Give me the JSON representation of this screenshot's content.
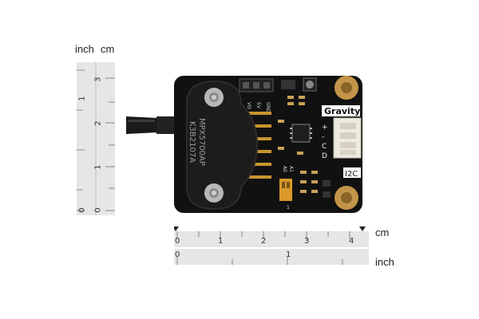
{
  "left_ruler": {
    "unit_inch": "inch",
    "unit_cm": "cm",
    "inch_marks": [
      "1",
      "0"
    ],
    "cm_marks": [
      "3",
      "2",
      "1",
      "0"
    ]
  },
  "bottom_ruler": {
    "unit_cm": "cm",
    "unit_inch": "inch",
    "cm_marks": [
      "0",
      "1",
      "2",
      "3",
      "4"
    ],
    "inch_marks": [
      "0",
      "1"
    ]
  },
  "board": {
    "sensor_line1": "MPX5700AP",
    "sensor_line2": "K3B2107A",
    "brand_label": "Gravity",
    "interface_label": "I2C",
    "header_pins": [
      "VO",
      "5V",
      "GND"
    ],
    "connector_pins": [
      "+",
      "-",
      "C",
      "D"
    ],
    "switch_labels": [
      "A0",
      "A1"
    ],
    "switch_num": "1",
    "colors": {
      "pcb": "#111111",
      "gold": "#d7a84a",
      "label_bg": "#ffffff",
      "connector": "#f0ede3"
    }
  }
}
